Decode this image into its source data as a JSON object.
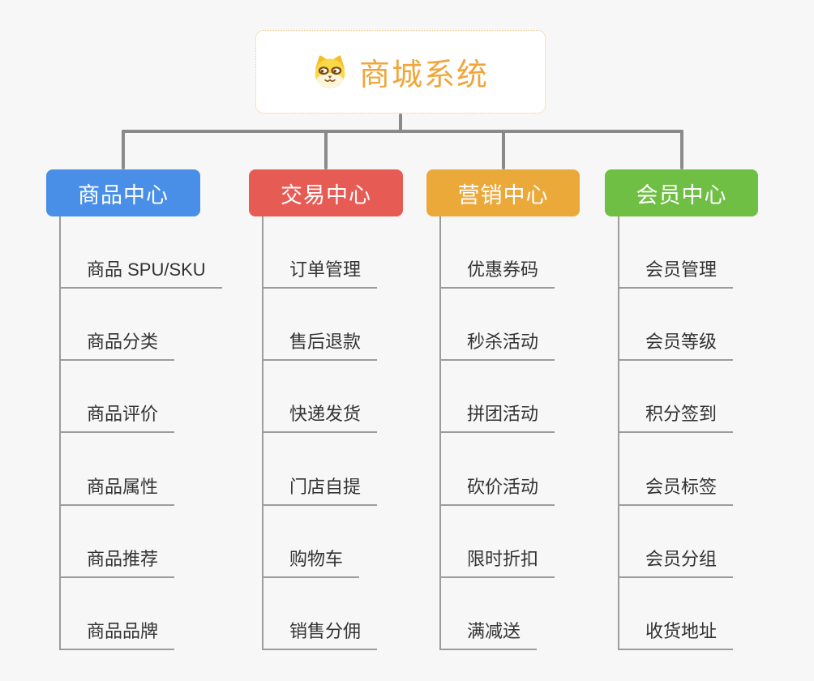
{
  "root": {
    "title": "商城系统",
    "icon": "dog-face-icon"
  },
  "branches": [
    {
      "label": "商品中心",
      "color": "#4a8fe7",
      "items": [
        "商品 SPU/SKU",
        "商品分类",
        "商品评价",
        "商品属性",
        "商品推荐",
        "商品品牌"
      ]
    },
    {
      "label": "交易中心",
      "color": "#e75b55",
      "items": [
        "订单管理",
        "售后退款",
        "快递发货",
        "门店自提",
        "购物车",
        "销售分佣"
      ]
    },
    {
      "label": "营销中心",
      "color": "#eba93a",
      "items": [
        "优惠券码",
        "秒杀活动",
        "拼团活动",
        "砍价活动",
        "限时折扣",
        "满减送"
      ]
    },
    {
      "label": "会员中心",
      "color": "#6ebf43",
      "items": [
        "会员管理",
        "会员等级",
        "积分签到",
        "会员标签",
        "会员分组",
        "收货地址"
      ]
    }
  ],
  "colors": {
    "background": "#f7f7f7",
    "root_accent": "#f0a63a",
    "root_border": "#f2c27c",
    "connector": "#8a8a8a",
    "leaf_line": "#9c9c9c",
    "leaf_text": "#333333"
  }
}
